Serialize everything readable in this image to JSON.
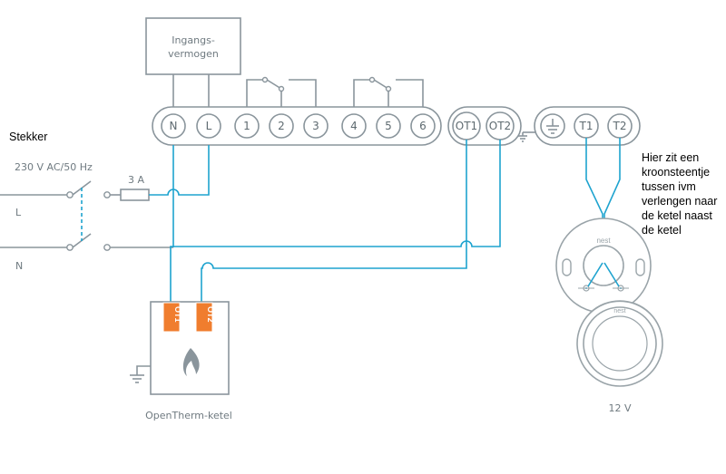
{
  "input_box": {
    "line1": "Ingangs-",
    "line2": "vermogen"
  },
  "terminals_main": [
    "N",
    "L",
    "1",
    "2",
    "3",
    "4",
    "5",
    "6"
  ],
  "terminals_ot": [
    "OT1",
    "OT2"
  ],
  "terminals_tstat": [
    "T1",
    "T2"
  ],
  "labels": {
    "plug": "Stekker",
    "voltage": "230 V AC/50 Hz",
    "fuse": "3 A",
    "line": "L",
    "neutral": "N",
    "boiler": "OpenTherm-ketel",
    "thermostat_voltage": "12 V",
    "nest_logo": "nest",
    "ot1_tag": "OT1",
    "ot2_tag": "OT2"
  },
  "note": {
    "lines": [
      "Hier zit een",
      "kroonsteentje",
      "tussen ivm",
      "verlengen naar",
      "de ketel naast",
      "de ketel"
    ]
  },
  "colors": {
    "wire_gray": "#8a959c",
    "wire_blue": "#1ea3cf",
    "ot_orange": "#f07d2e"
  }
}
